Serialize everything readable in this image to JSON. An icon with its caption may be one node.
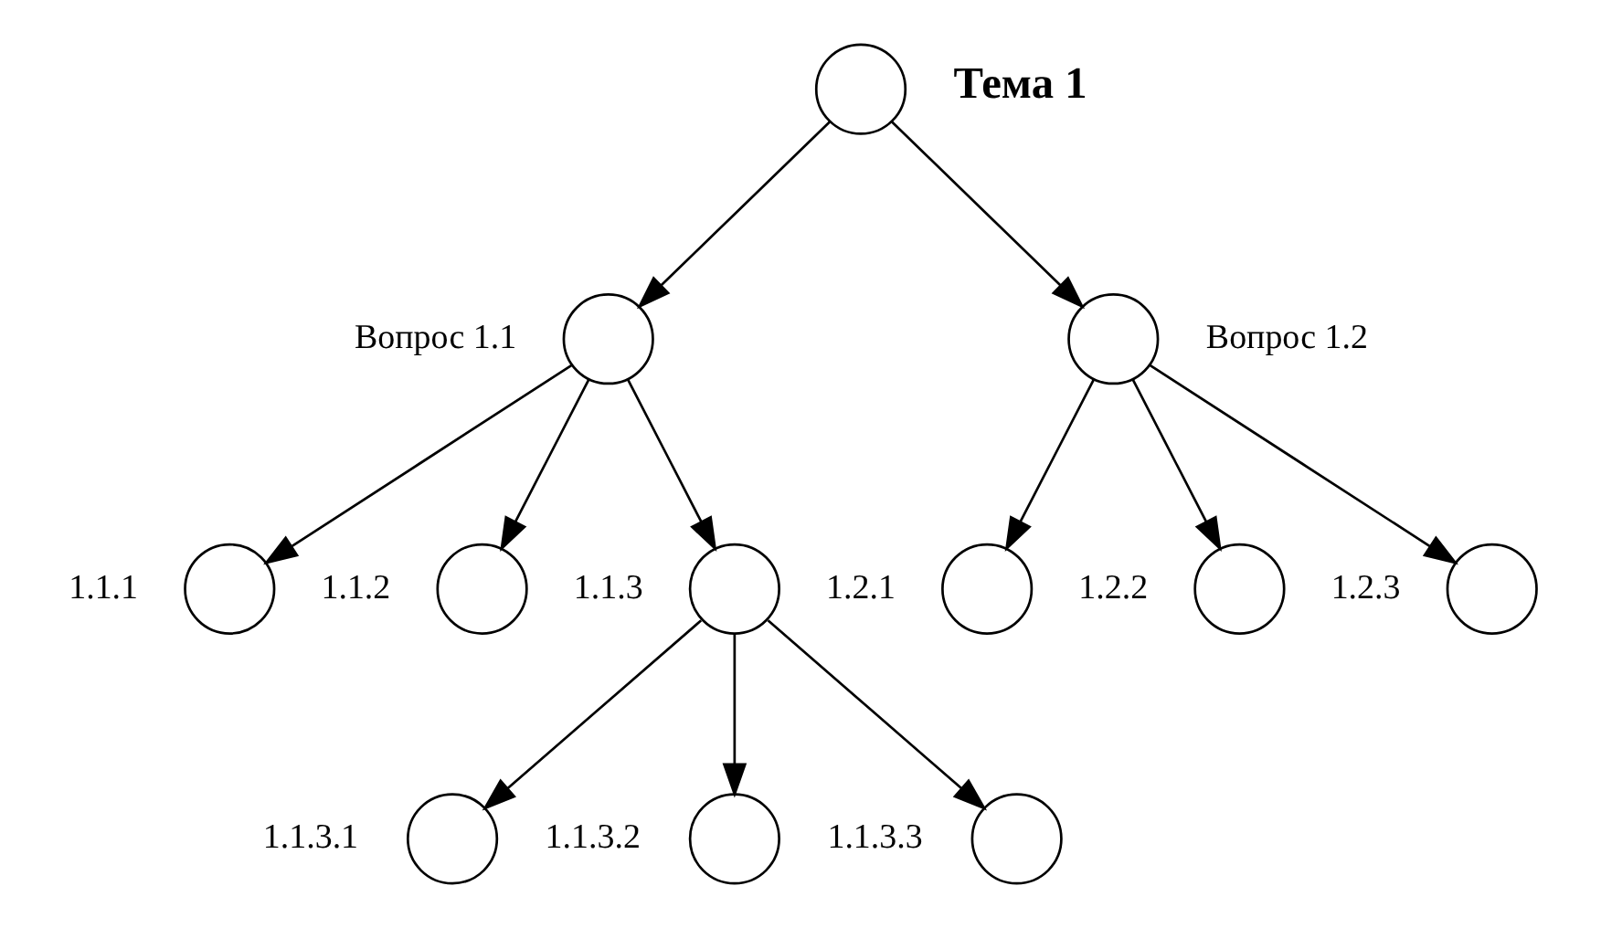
{
  "diagram": {
    "nodes": [
      {
        "text": [],
        "shape": "circle",
        "beside": [
          "Тема 1"
        ]
      },
      {
        "text": [],
        "shape": "circle",
        "beside": [
          "Вопрос 1.1"
        ]
      },
      {
        "text": [],
        "shape": "circle",
        "beside": [
          "Вопрос 1.2"
        ]
      },
      {
        "text": [],
        "shape": "circle",
        "beside": [
          "1.1.1"
        ]
      },
      {
        "text": [],
        "shape": "circle",
        "beside": [
          "1.1.2"
        ]
      },
      {
        "text": [],
        "shape": "circle",
        "beside": [
          "1.1.3"
        ]
      },
      {
        "text": [],
        "shape": "circle",
        "beside": [
          "1.2.1"
        ]
      },
      {
        "text": [],
        "shape": "circle",
        "beside": [
          "1.2.2"
        ]
      },
      {
        "text": [],
        "shape": "circle",
        "beside": [
          "1.2.3"
        ]
      },
      {
        "text": [],
        "shape": "circle",
        "beside": [
          "1.1.3.1"
        ]
      },
      {
        "text": [],
        "shape": "circle",
        "beside": [
          "1.1.3.2"
        ]
      },
      {
        "text": [],
        "shape": "circle",
        "beside": [
          "1.1.3.3"
        ]
      }
    ],
    "edges": [
      {
        "from": 0,
        "to": 1,
        "arrow": "to"
      },
      {
        "from": 0,
        "to": 2,
        "arrow": "to"
      },
      {
        "from": 1,
        "to": 3,
        "arrow": "to"
      },
      {
        "from": 1,
        "to": 4,
        "arrow": "to"
      },
      {
        "from": 1,
        "to": 5,
        "arrow": "to"
      },
      {
        "from": 2,
        "to": 6,
        "arrow": "to"
      },
      {
        "from": 2,
        "to": 7,
        "arrow": "to"
      },
      {
        "from": 2,
        "to": 8,
        "arrow": "to"
      },
      {
        "from": 5,
        "to": 9,
        "arrow": "to"
      },
      {
        "from": 5,
        "to": 10,
        "arrow": "to"
      },
      {
        "from": 5,
        "to": 11,
        "arrow": "to"
      }
    ]
  }
}
